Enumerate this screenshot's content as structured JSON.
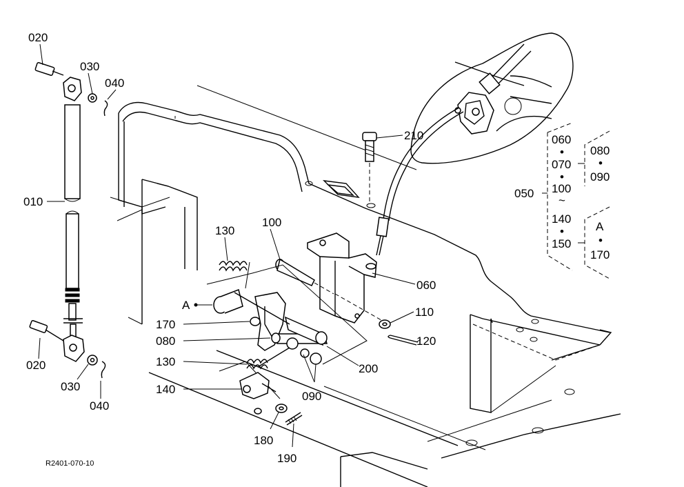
{
  "drawing_code": "R2401-070-10",
  "parts": {
    "p010": "010",
    "p020_top": "020",
    "p020_bottom": "020",
    "p030_top": "030",
    "p030_bottom": "030",
    "p040_top": "040",
    "p040_bottom": "040",
    "p050": "050",
    "p060": "060",
    "p080": "080",
    "p090": "090",
    "p100": "100",
    "p110": "110",
    "p120": "120",
    "p130_top": "130",
    "p130_bottom": "130",
    "p140": "140",
    "p170": "170",
    "p180": "180",
    "p190": "190",
    "p200": "200",
    "p210": "210",
    "ref_a": "A"
  },
  "legend": {
    "l060": "060",
    "l070": "070",
    "l100": "100",
    "l140": "140",
    "l150": "150",
    "l080": "080",
    "l090": "090",
    "la": "A",
    "l170": "170",
    "dot": "•",
    "tilde": "~"
  }
}
